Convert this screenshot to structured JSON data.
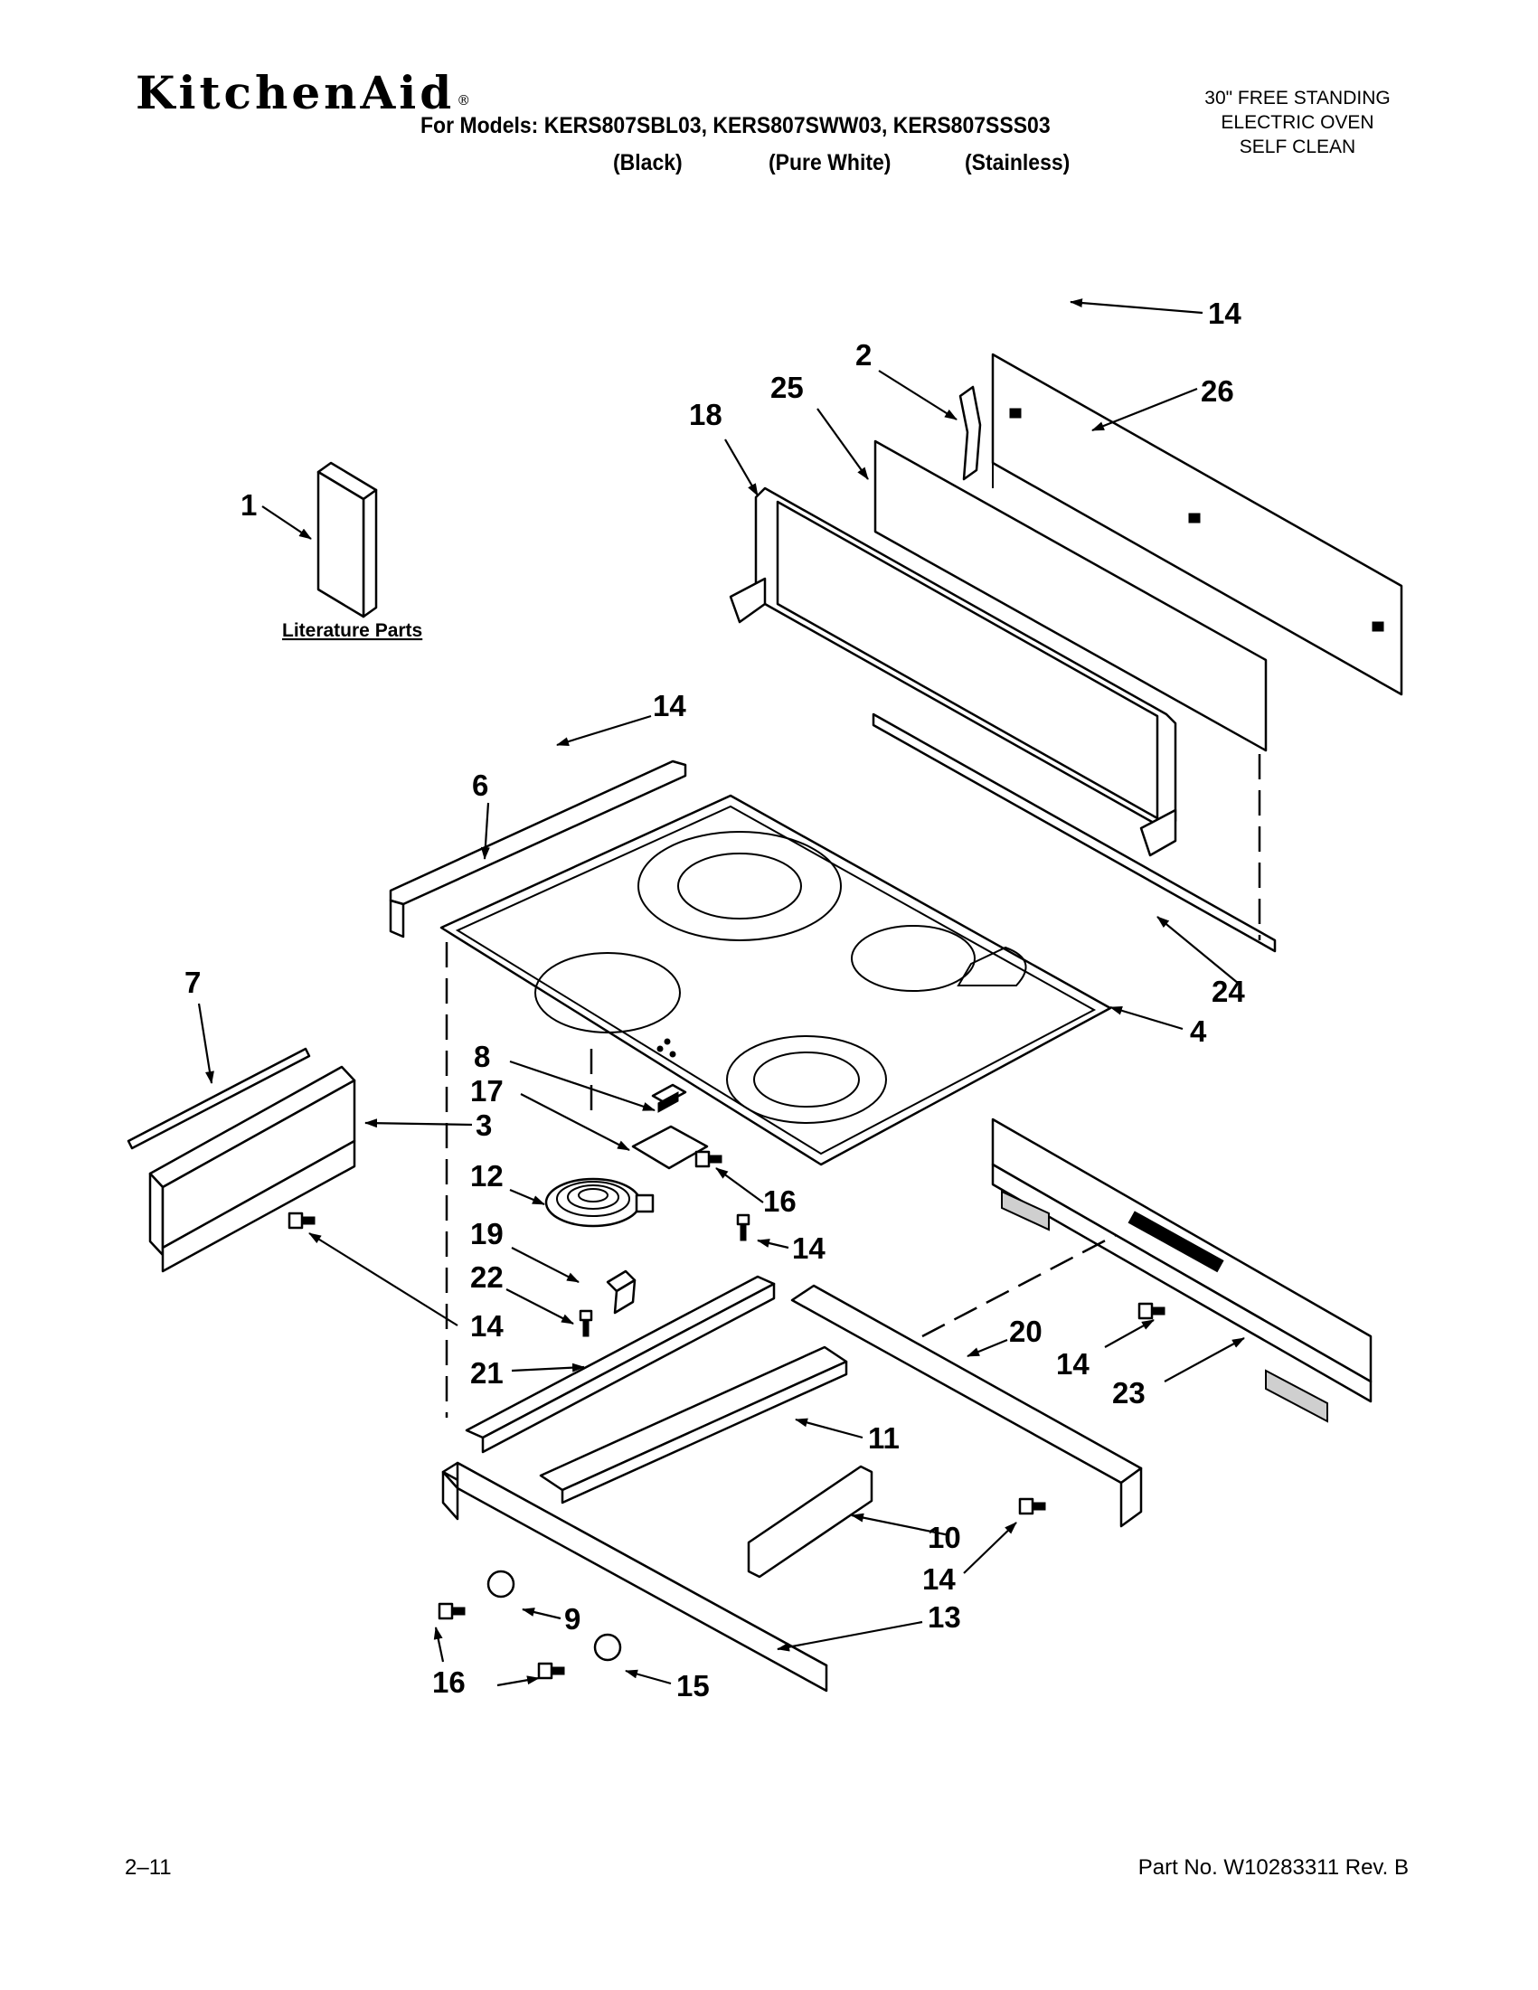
{
  "header": {
    "brand": "KitchenAid",
    "brand_mark": "®",
    "models_line": "For Models: KERS807SBL03, KERS807SWW03, KERS807SSS03",
    "variants": [
      "(Black)",
      "(Pure White)",
      "(Stainless)"
    ],
    "product_lines": [
      "30\" FREE STANDING",
      "ELECTRIC OVEN",
      "SELF CLEAN"
    ]
  },
  "diagram": {
    "literature_label": "Literature Parts",
    "callouts": {
      "c1": "1",
      "c2": "2",
      "c3": "3",
      "c4": "4",
      "c6": "6",
      "c7": "7",
      "c8": "8",
      "c9": "9",
      "c10": "10",
      "c11": "11",
      "c12": "12",
      "c13": "13",
      "c14a": "14",
      "c14b": "14",
      "c14c": "14",
      "c14d": "14",
      "c14e": "14",
      "c14f": "14",
      "c15": "15",
      "c16a": "16",
      "c16b": "16",
      "c17": "17",
      "c18": "18",
      "c19": "19",
      "c20": "20",
      "c21": "21",
      "c22": "22",
      "c23": "23",
      "c24": "24",
      "c25": "25",
      "c26": "26"
    }
  },
  "footer": {
    "page": "2–11",
    "part_number": "Part No. W10283311 Rev. B"
  }
}
